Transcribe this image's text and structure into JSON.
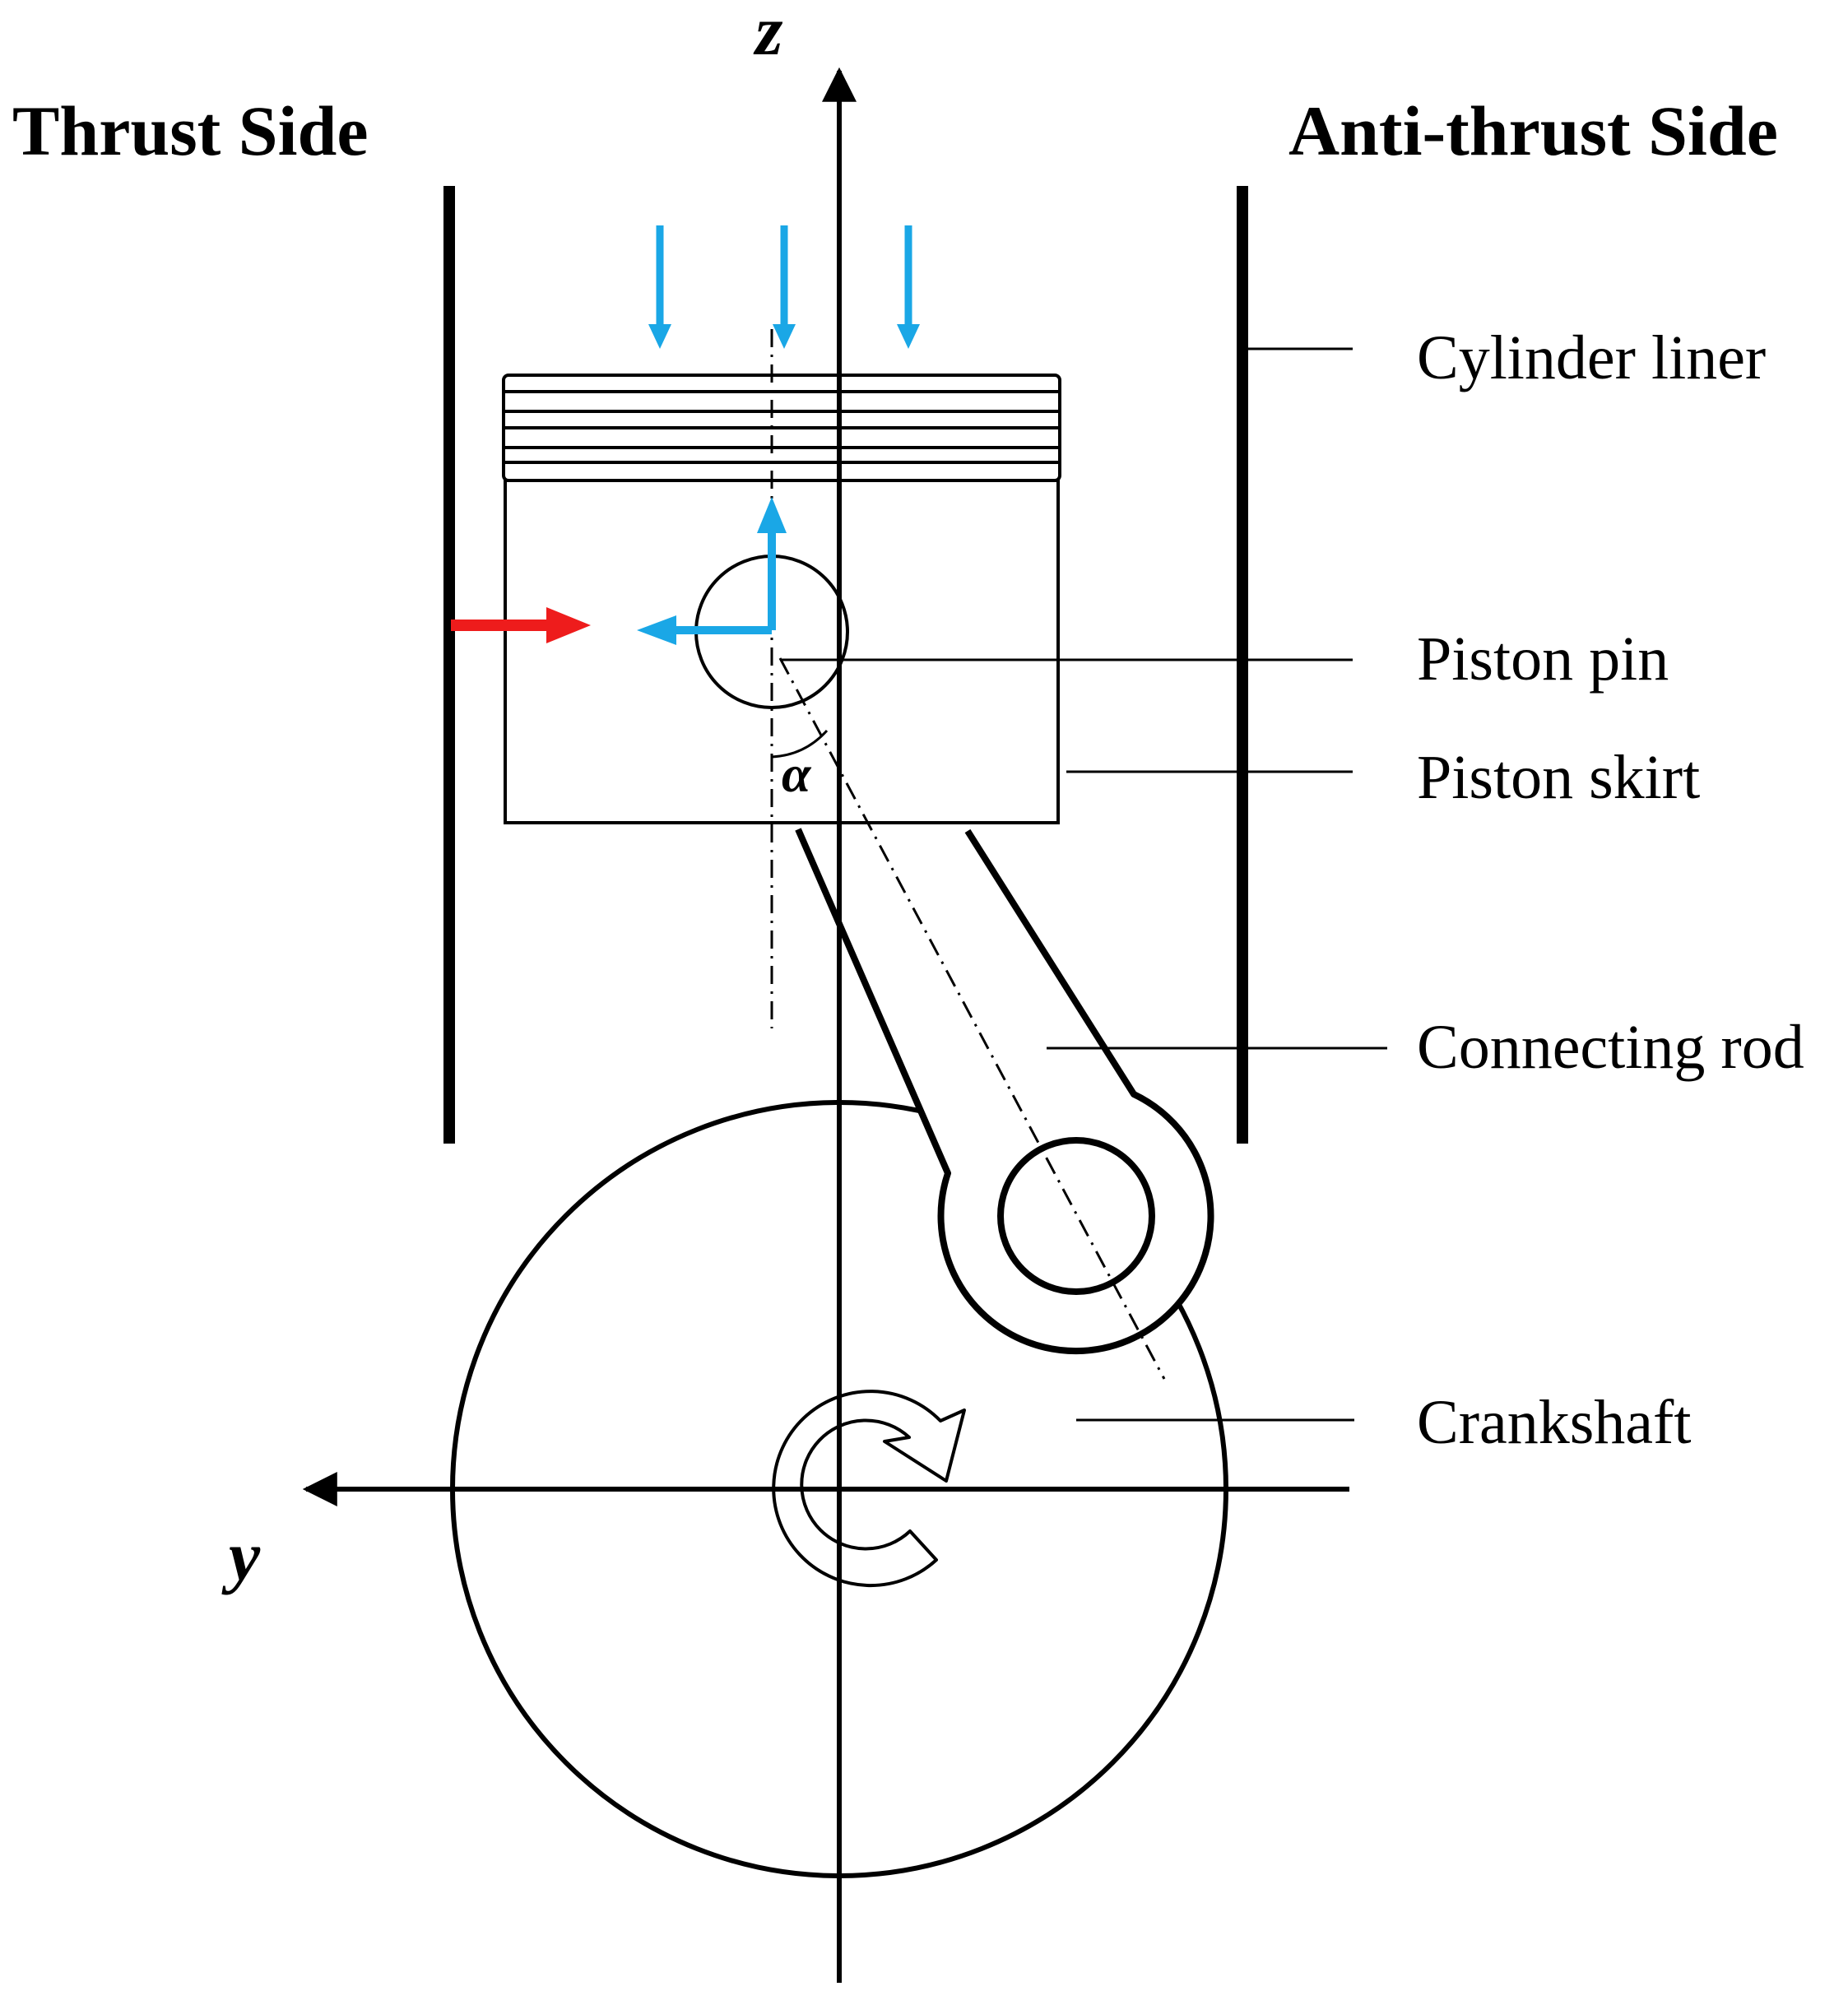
{
  "labels": {
    "thrust_side": "Thrust Side",
    "anti_thrust_side": "Anti-thrust Side",
    "z_axis": "z",
    "y_axis": "y",
    "alpha": "α"
  },
  "parts": {
    "cylinder_liner": "Cylinder liner",
    "piston_pin": "Piston pin",
    "piston_skirt": "Piston skirt",
    "connecting_rod": "Connecting rod",
    "crankshaft": "Crankshaft"
  },
  "colors": {
    "gas_force": "#1aa7e6",
    "pin_force": "#1aa7e6",
    "side_force": "#ee1c1c",
    "line": "#000000"
  }
}
